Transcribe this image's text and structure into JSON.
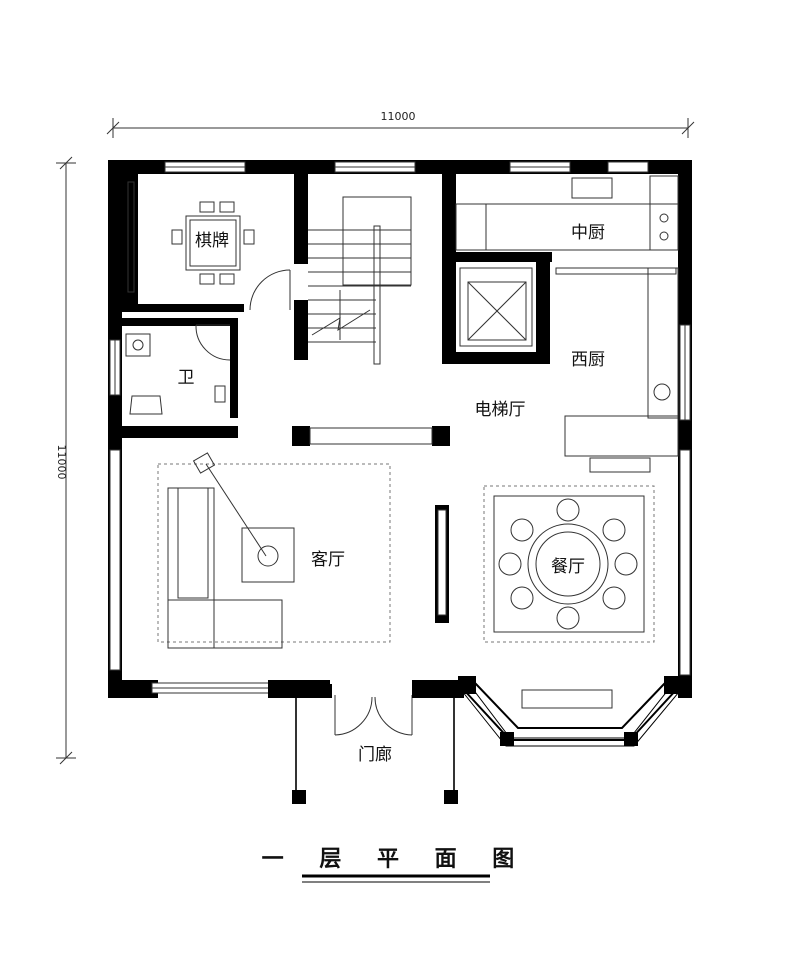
{
  "drawing": {
    "title": "一 层 平 面 图",
    "dimension_top": "11000",
    "dimension_left": "11000"
  },
  "rooms": {
    "chess": "棋牌",
    "bathroom": "卫",
    "chinese_kitchen": "中厨",
    "western_kitchen": "西厨",
    "elevator_hall": "电梯厅",
    "living_room": "客厅",
    "dining_room": "餐厅",
    "porch": "门廊"
  },
  "colors": {
    "wall": "#000000",
    "line": "#333333",
    "furniture": "#777777"
  }
}
